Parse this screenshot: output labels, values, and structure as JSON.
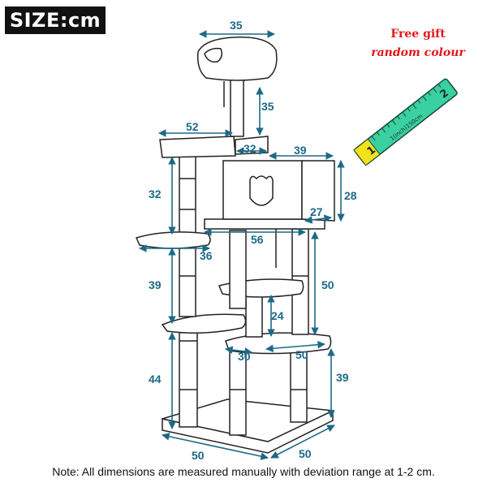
{
  "header": {
    "size_label": "SIZE:cm"
  },
  "gift": {
    "line1": "Free gift",
    "line2": "random colour"
  },
  "tape": {
    "label": "1(inch)150cm",
    "digit1": "1",
    "digit2": "2"
  },
  "dimensions": {
    "top_width": "35",
    "top_post": "35",
    "perch_width": "52",
    "perch_gap": "32",
    "house_width": "39",
    "house_height": "28",
    "house_depth": "27",
    "upper_post": "32",
    "shelf_width": "56",
    "side_platform": "36",
    "middle_post": "39",
    "right_post": "50",
    "small_post": "24",
    "low_platform_a": "30",
    "low_platform_b": "50",
    "bottom_post": "44",
    "right_low_post": "39",
    "base_width": "50",
    "base_depth": "50"
  },
  "colors": {
    "dimension": "#1c6a87",
    "gift_text": "#e5161b",
    "tape": "#3ad0a0"
  },
  "note": "Note: All dimensions are measured manually with deviation range at 1-2 cm."
}
